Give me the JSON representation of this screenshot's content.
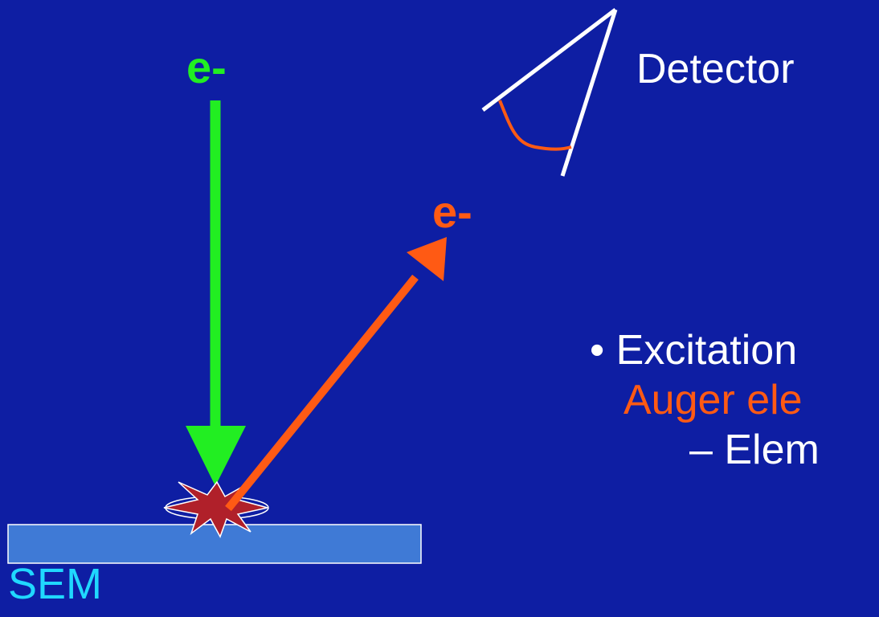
{
  "labels": {
    "incident_electron": "e-",
    "emitted_electron": "e-",
    "detector": "Detector",
    "technique": "SEM"
  },
  "bullets": [
    {
      "marker": "•",
      "text": "Excitation",
      "continuation": "Auger ele"
    },
    {
      "marker": "–",
      "text": "Elem"
    }
  ],
  "colors": {
    "background": "#0e1ea3",
    "incident": "#22ee22",
    "emitted": "#ff5a14",
    "sample": "#3f7ad6",
    "detector_frame": "#ffffff",
    "detector_arc": "#ff5a14",
    "impact": "#b0202a",
    "technique_label": "#20d8ff"
  }
}
